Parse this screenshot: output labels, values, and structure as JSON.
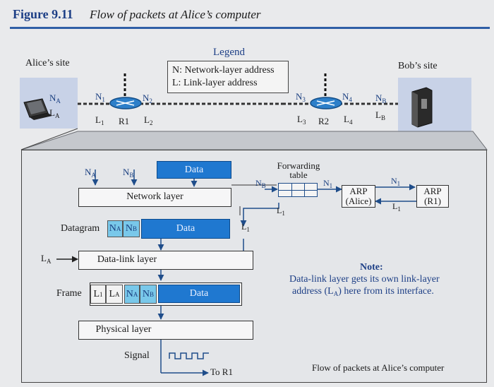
{
  "figure": {
    "number": "Figure 9.11",
    "title": "Flow of packets at Alice’s computer"
  },
  "top": {
    "alice_site": "Alice’s site",
    "bob_site": "Bob’s site",
    "legend": {
      "title": "Legend",
      "line1": "N: Network-layer address",
      "line2": "L: Link-layer address"
    },
    "alice_addr": {
      "n_base": "N",
      "n_sub": "A",
      "l_base": "L",
      "l_sub": "A"
    },
    "r1": {
      "name": "R1",
      "n1": "1",
      "l1": "1",
      "n2": "2",
      "l2": "2"
    },
    "r2": {
      "name": "R2",
      "n3": "3",
      "l3": "3",
      "n4": "4",
      "l4": "4"
    },
    "bob_addr": {
      "n_base": "N",
      "n_sub": "B",
      "l_base": "L",
      "l_sub": "B"
    }
  },
  "detail": {
    "src_addr": "N",
    "src_sub": "A",
    "dst_addr": "N",
    "dst_sub": "B",
    "data": "Data",
    "network_layer": "Network layer",
    "forwarding_table": "Forwarding table",
    "fwd_in": "N",
    "fwd_in_sub": "B",
    "fwd_out": "N",
    "fwd_out_sub": "1",
    "fwd_l": "L",
    "fwd_l_sub": "1",
    "arp_alice": "ARP (Alice)",
    "arp_r1": "ARP (R1)",
    "arp_n": "N",
    "arp_n_sub": "1",
    "arp_l": "L",
    "arp_l_sub": "1",
    "datagram_label": "Datagram",
    "data_link_layer": "Data-link layer",
    "la_label": "L",
    "la_sub": "A",
    "frame_label": "Frame",
    "frame_l1": "L",
    "frame_l1_sub": "1",
    "frame_la": "L",
    "frame_la_sub": "A",
    "physical_layer": "Physical layer",
    "signal_label": "Signal",
    "to_r1": "To R1",
    "l1_side": "L",
    "l1_side_sub": "1"
  },
  "note": {
    "title": "Note:",
    "line1": "Data-link layer gets its own link-layer",
    "line2_pre": "address (L",
    "line2_sub": "A",
    "line2_post": ") here from its interface."
  },
  "caption": "Flow of packets at Alice’s computer"
}
